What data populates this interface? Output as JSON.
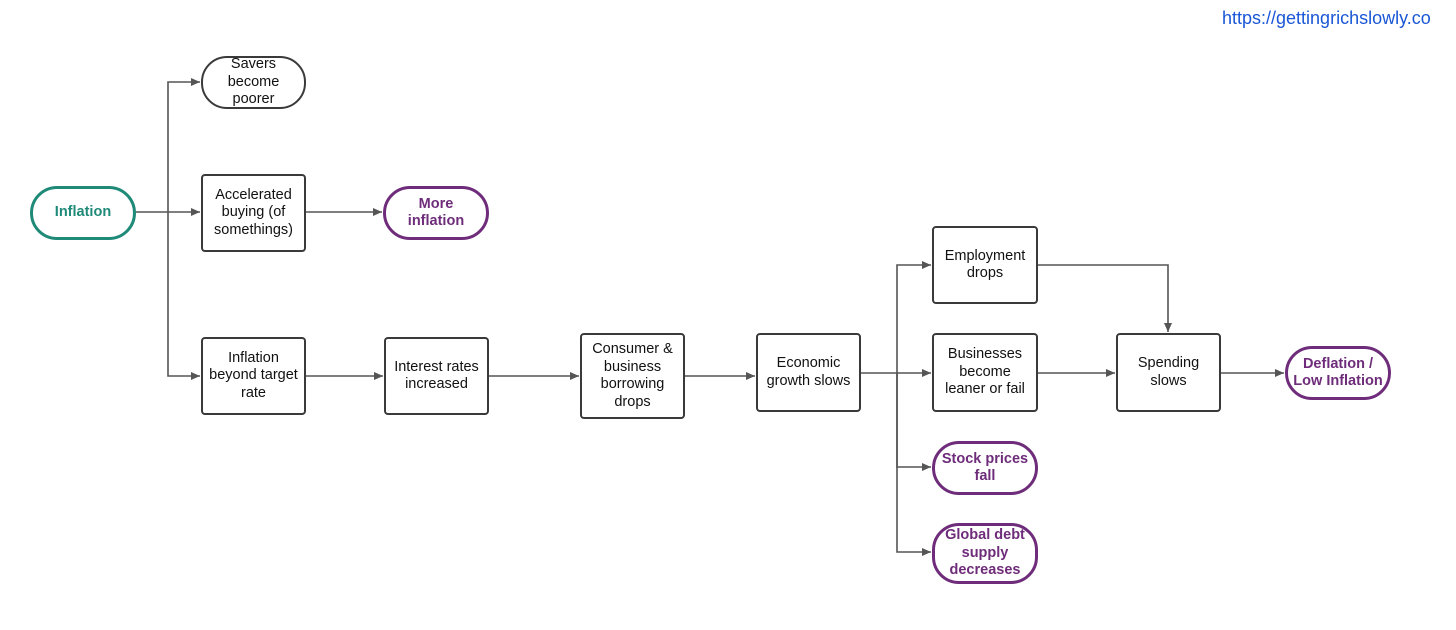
{
  "source_url": "https://gettingrichslowly.co",
  "colors": {
    "edge": "#555555",
    "node_border": "#3a3a3a",
    "start_accent": "#1f8a78",
    "outcome_accent": "#6e2c7a",
    "link": "#1a57d6"
  },
  "nodes": {
    "inflation": "Inflation",
    "savers_poorer": "Savers\nbecome poorer",
    "accelerated_buying": "Accelerated\nbuying (of\nsomethings)",
    "more_inflation": "More inflation",
    "beyond_target": "Inflation\nbeyond target\nrate",
    "interest_rates": "Interest rates\nincreased",
    "borrowing_drops": "Consumer &\nbusiness\nborrowing\ndrops",
    "growth_slows": "Economic\ngrowth slows",
    "employment_drops": "Employment\ndrops",
    "businesses_leaner": "Businesses\nbecome\nleaner or fail",
    "stock_prices": "Stock prices\nfall",
    "global_debt": "Global debt\nsupply\ndecreases",
    "spending_slows": "Spending\nslows",
    "deflation": "Deflation /\nLow Inflation"
  }
}
